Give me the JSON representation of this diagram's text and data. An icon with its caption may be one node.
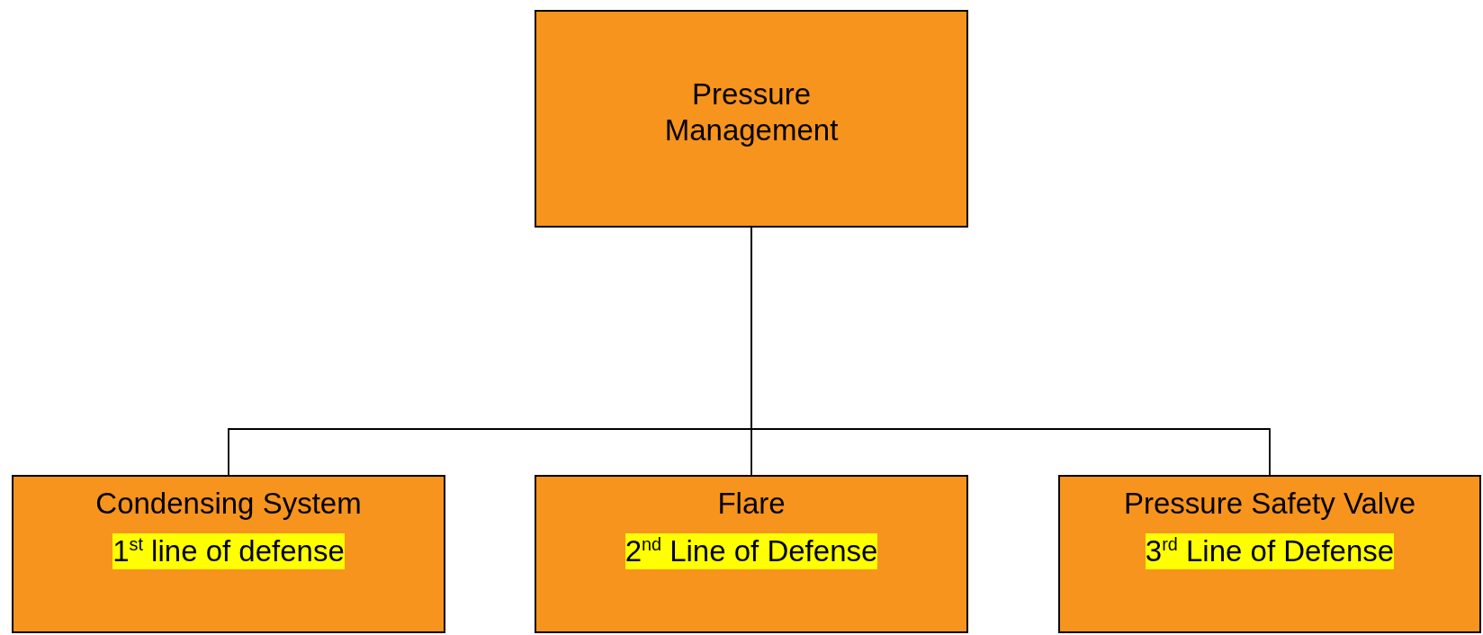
{
  "diagram": {
    "nodes": [
      {
        "text": [
          "Pressure Management"
        ]
      },
      {
        "text": [
          "Condensing System",
          "1$^{st}$ line of defense"
        ]
      },
      {
        "text": [
          "Flare",
          "2$^{nd}$ Line of Defense"
        ]
      },
      {
        "text": [
          "Pressure Safety Valve",
          "3$^{rd}$ Line of Defense"
        ]
      }
    ],
    "edges": [
      {
        "from": 0,
        "to": 1,
        "arrow": "none"
      },
      {
        "from": 0,
        "to": 2,
        "arrow": "none"
      },
      {
        "from": 0,
        "to": 3,
        "arrow": "none"
      }
    ]
  }
}
